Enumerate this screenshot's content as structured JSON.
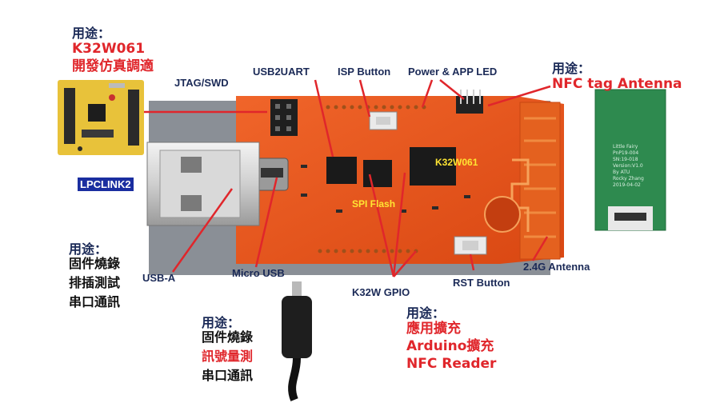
{
  "lpclink": {
    "use_title": "用途：",
    "model": "K32W061",
    "desc": "開發仿真調適",
    "tag": "LPCLINK2"
  },
  "labels": {
    "jtag": "JTAG/SWD",
    "usb2uart": "USB2UART",
    "isp": "ISP Button",
    "power_led": "Power & APP LED",
    "antenna_24": "2.4G Antenna",
    "rst": "RST Button",
    "gpio": "K32W GPIO",
    "micro_usb": "Micro USB",
    "usb_a": "USB-A",
    "chip": "K32W061",
    "spi": "SPI Flash"
  },
  "nfc_use": {
    "title": "用途：",
    "line": "NFC tag Antenna"
  },
  "nfc_card_text": [
    "Little Fairy",
    "PnP19-004",
    "SN:19-018",
    "Version:V1.0",
    "By ATU",
    "Rocky Zhang",
    "2019-04-02"
  ],
  "usba_use": {
    "title": "用途：",
    "lines": [
      "固件燒錄",
      "排插測試",
      "串口通訊"
    ]
  },
  "microusb_use": {
    "title": "用途：",
    "line1": "固件燒錄",
    "line2": "訊號量測",
    "line3": "串口通訊"
  },
  "gpio_use": {
    "title": "用途：",
    "lines": [
      "應用擴充",
      "Arduino擴充",
      "NFC Reader"
    ]
  },
  "colors": {
    "pcb": "#e8531d",
    "red_text": "#e0262b",
    "navy_text": "#1b2a57",
    "nfc_card": "#2e8a4f"
  }
}
